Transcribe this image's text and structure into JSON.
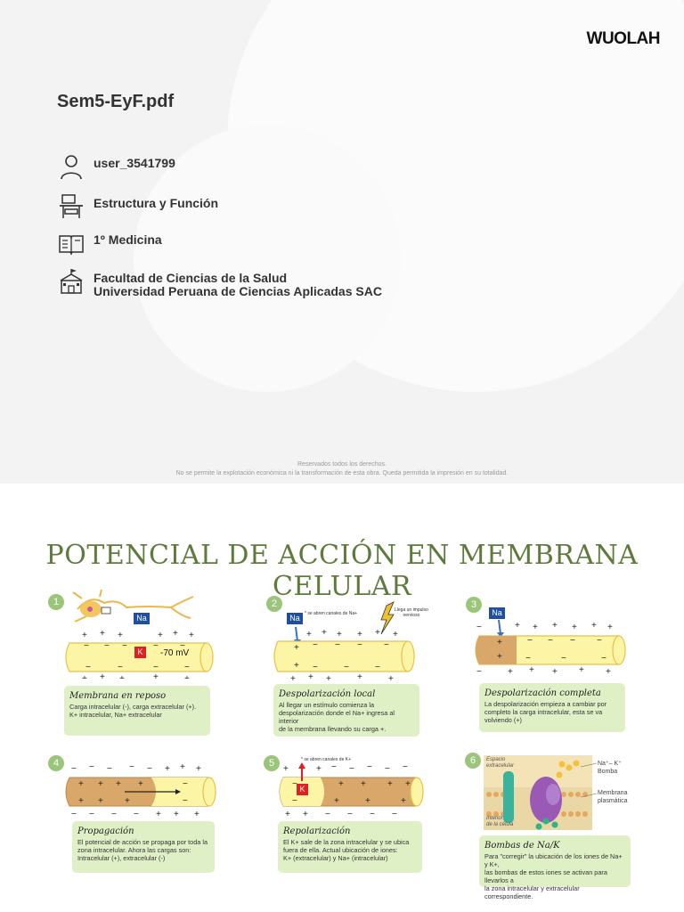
{
  "cover": {
    "logo": "WUOLAH",
    "doc_title": "Sem5-EyF.pdf",
    "user": "user_3541799",
    "course": "Estructura y Función",
    "year": "1º Medicina",
    "faculty": "Facultad de Ciencias de la Salud",
    "university": "Universidad Peruana de Ciencias Aplicadas SAC",
    "rights_line1": "Reservados todos los derechos.",
    "rights_line2": "No se permite la explotación económica ni la transformación de esta obra. Queda permitida la impresión en su totalidad."
  },
  "poster": {
    "title": "POTENCIAL DE ACCIÓN EN MEMBRANA CELULAR",
    "colors": {
      "title": "#5e7a3c",
      "card_bg": "#e0f0c6",
      "badge": "#9bc57a",
      "axon_yellow": "#fdf5a6",
      "axon_tan": "#d9a76a"
    },
    "panels": [
      {
        "num": "1",
        "title": "Membrana en reposo",
        "body": [
          "Carga intracelular (-), carga extracelular (+).",
          "K+ intracelular, Na+ extracelular"
        ],
        "na": "Na",
        "k": "K",
        "mv": "-70 mV"
      },
      {
        "num": "2",
        "title": "Despolarización local",
        "body": [
          "Al llegar un estímulo comienza la",
          "despolarización donde el Na+ ingresa al interior",
          "de la membrana llevando su carga +."
        ],
        "na": "Na",
        "note1": "* se abren canales de Na+",
        "note2": [
          "Llega un impulso",
          "nervioso"
        ]
      },
      {
        "num": "3",
        "title": "Despolarización completa",
        "body": [
          "La despolarización empieza a cambiar por",
          "completo la carga intracelular, esta se va",
          "volviendo (+)"
        ],
        "na": "Na"
      },
      {
        "num": "4",
        "title": "Propagación",
        "body": [
          "El potencial de acción se propaga por toda la",
          "zona intracelular. Ahora las cargas son:",
          "Intracelular (+), extracelular (-)"
        ]
      },
      {
        "num": "5",
        "title": "Repolarización",
        "body": [
          "El K+ sale de la zona intracelular y se ubica",
          "fuera de ella. Actual ubicación de iones:",
          "K+ (extracelular) y Na+ (intracelular)"
        ],
        "k": "K",
        "note1": "* se abren canales de K+"
      },
      {
        "num": "6",
        "title": "Bombas de Na/K",
        "body": [
          "Para \"corregir\" la ubicación de los iones de Na+ y K+,",
          "las bombas de estos iones se activan para llevarlos a",
          "la zona intracelular y extracelular correspondiente."
        ],
        "labels": {
          "space": [
            "Espacio",
            "extracelular"
          ],
          "pump": [
            "Na⁺– K⁺",
            "Bomba"
          ],
          "membrane": [
            "Membrana",
            "plasmática"
          ],
          "inside": [
            "Interior",
            "de la célula"
          ]
        }
      }
    ]
  }
}
